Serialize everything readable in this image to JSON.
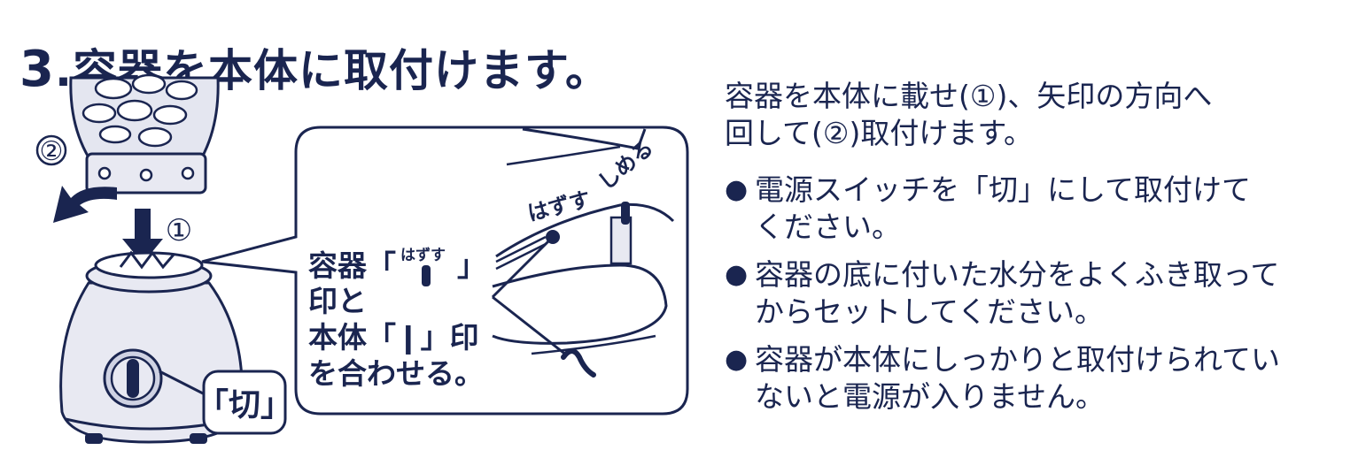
{
  "heading": {
    "number": "3",
    "text": ".容器を本体に取付けます。"
  },
  "figure": {
    "step1": "①",
    "step2": "②",
    "callout": {
      "line1a": "容器「",
      "line1_mark": "はずす",
      "line1b": "」",
      "line2": "印と",
      "line3": "本体「❙」印",
      "line4": "を合わせる。"
    },
    "dial_label": "「切」",
    "cup_label_remove": "はずす",
    "cup_label_tighten": "しめる",
    "colors": {
      "ink": "#1a2550",
      "body_fill": "#e8e9f2",
      "cup_fill": "#e4e6f0",
      "white": "#ffffff"
    }
  },
  "instructions": {
    "intro": [
      "容器を本体に載せ(①)、矢印の方向へ",
      "回して(②)取付けます。"
    ],
    "bullet": "●",
    "notes": [
      {
        "lines": [
          "電源スイッチを「切」にして取付けて",
          "ください。"
        ]
      },
      {
        "lines": [
          "容器の底に付いた水分をよくふき取って",
          "からセットしてください。"
        ]
      },
      {
        "lines": [
          "容器が本体にしっかりと取付けられてい",
          "ないと電源が入りません。"
        ]
      }
    ]
  }
}
